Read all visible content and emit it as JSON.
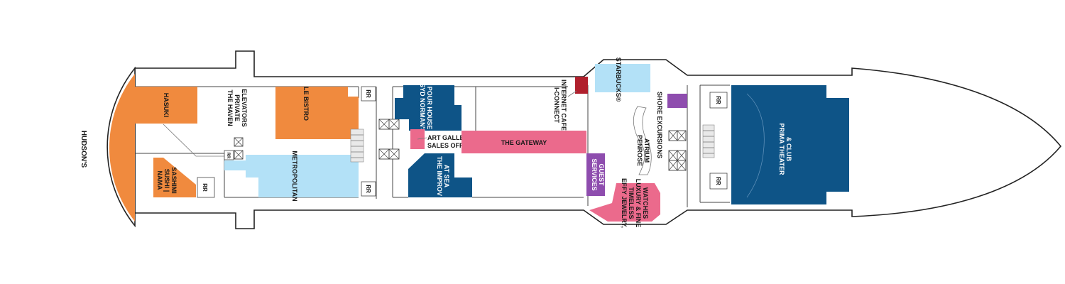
{
  "deck_plan": {
    "colors": {
      "dining": "#F08A3E",
      "bars_lounges": "#0E5487",
      "entertainment": "#0E5487",
      "cafe_light": "#B3E1F7",
      "shops": "#EB6A8C",
      "services": "#8E4DAE",
      "internet": "#B0202D"
    },
    "venues": {
      "hudsons": "HUDSON'S",
      "hasuki": "HASUKI",
      "nama": [
        "NAMA",
        "SUSHI |",
        "SASHIMI"
      ],
      "haven_elevators": [
        "THE HAVEN",
        "PRIVATE",
        "ELEVATORS"
      ],
      "le_bistro": "LE BISTRO",
      "metropolitan": "METROPOLITAN",
      "syd_normans": [
        "SYD NORMAN'S",
        "POUR HOUSE"
      ],
      "art_gallery": [
        "ART GALLERY",
        "SALES OFFICE"
      ],
      "the_gateway": "THE GATEWAY",
      "improv": [
        "THE IMPROV",
        "AT SEA"
      ],
      "i_connect": [
        "I-CONNECT",
        "INTERNET CAFE"
      ],
      "starbucks": "STARBUCKS®",
      "guest_services": [
        "GUEST",
        "SERVICES"
      ],
      "effy": [
        "EFFY JEWELRY,",
        "TIMELESS",
        "LUXURY & FINE",
        "WATCHES"
      ],
      "shore_excursions": "SHORE EXCURSIONS",
      "penrose_atrium": [
        "PENROSE",
        "ATRIUM"
      ],
      "prima_theater": [
        "PRIMA THEATER",
        "& CLUB"
      ]
    },
    "restroom_label": "RR"
  }
}
